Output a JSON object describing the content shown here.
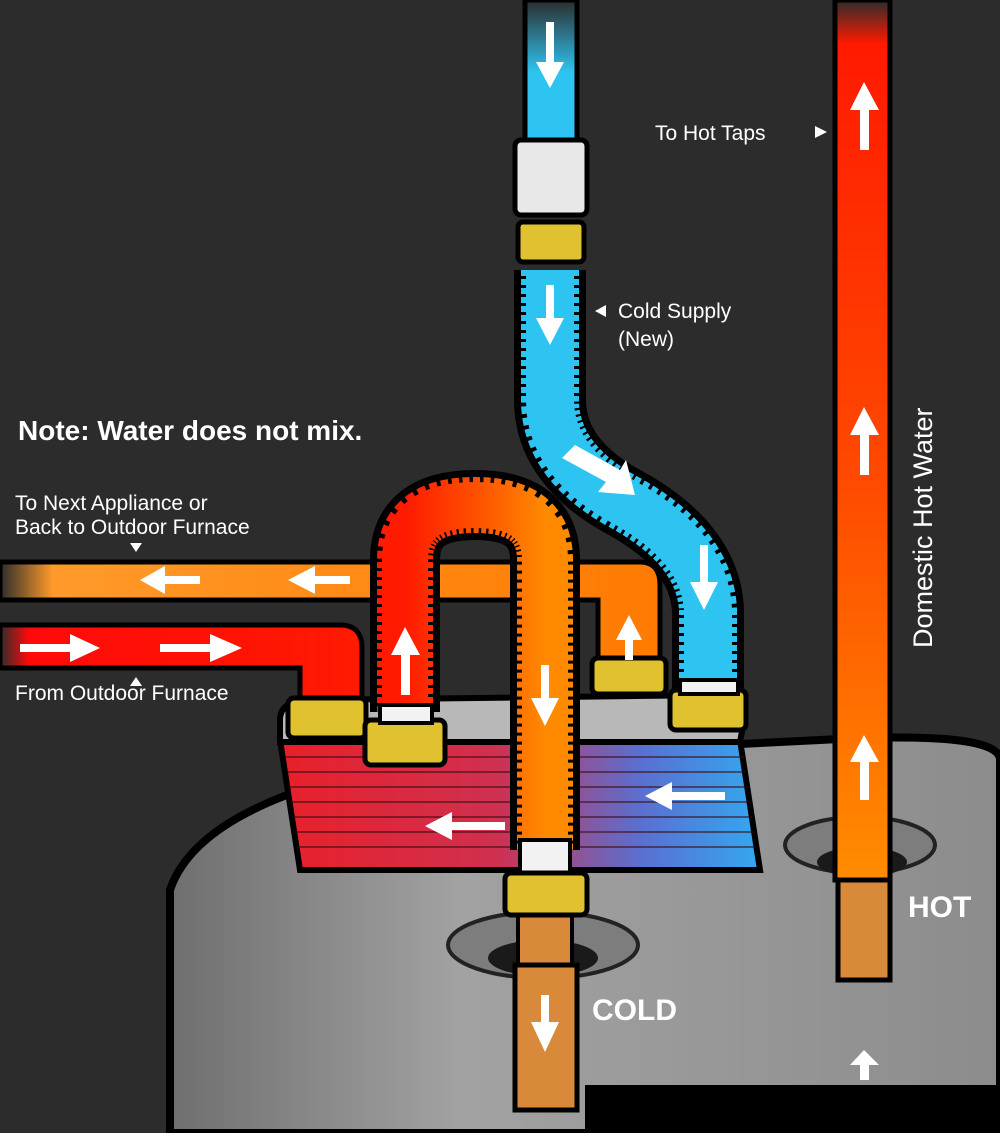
{
  "labels": {
    "note": "Note: Water does not mix.",
    "to_next_line1": "To Next Appliance or",
    "to_next_line2": "Back to Outdoor Furnace",
    "from_furnace": "From Outdoor Furnace",
    "to_hot_taps": "To Hot Taps",
    "cold_supply_line1": "Cold Supply",
    "cold_supply_line2": "(New)",
    "domestic_hot_water": "Domestic Hot Water",
    "hot": "HOT",
    "cold": "COLD"
  },
  "colors": {
    "background": "#2c2c2c",
    "tank": "#8a8a8a",
    "cold_water": "#2ec4f2",
    "hot_water": "#ff2a00",
    "warm_water": "#ff8a00",
    "copper": "#d9893a",
    "brass": "#e0c231",
    "arrow": "#ffffff"
  }
}
